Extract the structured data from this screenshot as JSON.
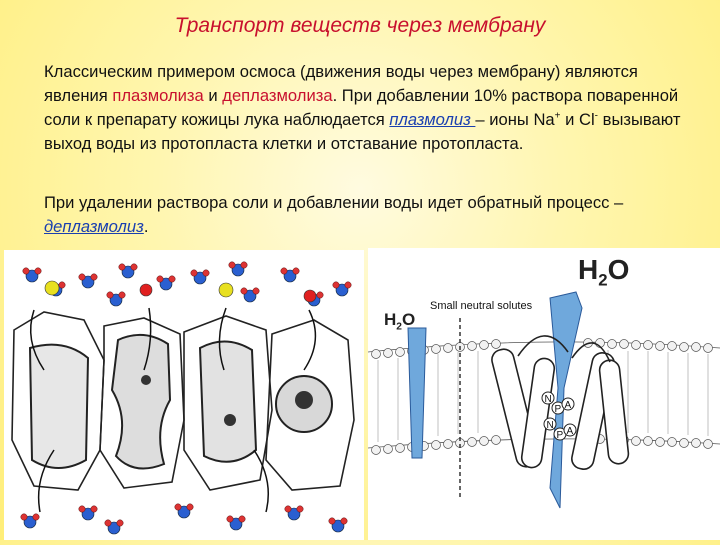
{
  "title": "Транспорт веществ через мембрану",
  "p1": {
    "t1": "Классическим примером осмоса (движения воды через мембрану) являются явления ",
    "plasmolysis_term": "плазмолиза",
    "t2": " и ",
    "deplasmolysis_term": "деплазмолиза",
    "t3": ". При добавлении 10% раствора поваренной соли к препарату кожицы лука наблюдается ",
    "plasmolysis_link": "плазмолиз ",
    "t4": "– ионы Na",
    "na_charge": "+",
    "t5": " и Cl",
    "cl_charge": "-",
    "t6": " вызывают выход воды из протопласта клетки и отставание протопласта."
  },
  "p2": {
    "t1": "При удалении раствора соли и добавлении воды идет обратный процесс – ",
    "deplasmolysis_link": "деплазмолиз",
    "t2": "."
  },
  "membrane_figure": {
    "h2o_big": "H",
    "h2o_big_sub": "2",
    "h2o_big_o": "O",
    "h2o_small": "H",
    "h2o_small_sub": "2",
    "h2o_small_o": "O",
    "solutes_label": "Small neutral solutes",
    "residues": [
      "N",
      "P",
      "A",
      "N",
      "P",
      "A"
    ]
  },
  "colors": {
    "accent": "#c8102e",
    "link": "#1a3fb0",
    "water_blue": "#6fa8dc"
  }
}
